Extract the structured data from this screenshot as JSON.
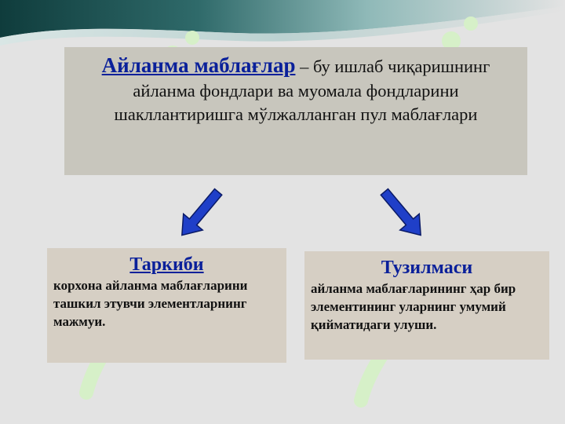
{
  "definition": {
    "term": "Айланма маблағлар",
    "text": " – бу ишлаб чиқаришнинг айланма фондлари ва муомала фондларини шакллантиришга мўлжалланган пул маблағлари"
  },
  "boxes": {
    "left": {
      "title": "Таркиби",
      "text": "корхона айланма маблағларини ташкил этувчи элементларнинг мажмуи."
    },
    "right": {
      "title": "Тузилмаси",
      "text": " айланма  маблағларининг ҳар бир элементининг уларнинг умумий қийматидаги улуши."
    }
  },
  "colors": {
    "accent": "#0a209a",
    "arrow_fill": "#1f3fc8",
    "top_box_bg": "#c8c6bd",
    "bottom_box_bg": "#d6cfc4",
    "page_bg": "#e3e3e3",
    "watermark": "#d6f0c8"
  },
  "icons": {
    "left_arrow": "arrow-down-left-icon",
    "right_arrow": "arrow-down-right-icon"
  }
}
